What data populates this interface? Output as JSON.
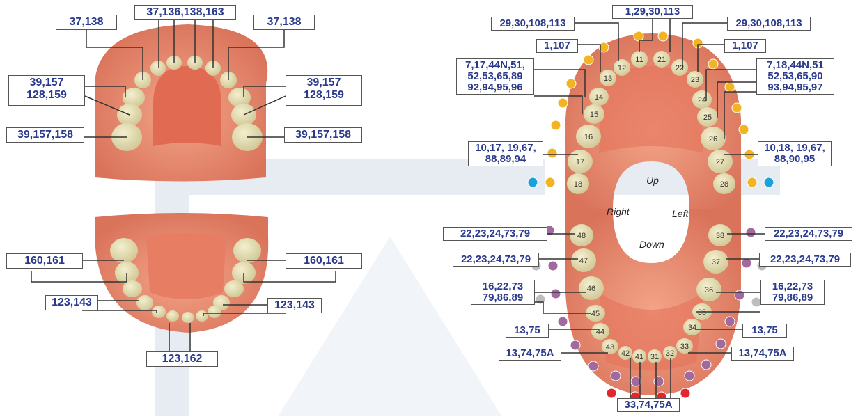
{
  "labels": {
    "ul_front_left": "37,138",
    "ul_front_center": "37,136,138,163",
    "ul_front_right": "37,138",
    "ul_mid_left": [
      "39,157",
      "128,159"
    ],
    "ul_mid_right": [
      "39,157",
      "128,159"
    ],
    "ul_molar_left": "39,157,158",
    "ul_molar_right": "39,157,158",
    "ll_160_left": "160,161",
    "ll_160_right": "160,161",
    "ll_123_left": "123,143",
    "ll_123_right": "123,143",
    "ll_bottom": "123,162",
    "ru_top_center": "1,29,30,113",
    "ru_top_left": "29,30,108,113",
    "ru_top_right": "29,30,108,113",
    "ru_1107_left": "1,107",
    "ru_1107_right": "1,107",
    "ru_big_left": [
      "7,17,44N,51,",
      "52,53,65,89",
      "92,94,95,96"
    ],
    "ru_big_right": [
      "7,18,44N,51",
      "52,53,65,90",
      "93,94,95,97"
    ],
    "ru_10_left": [
      "10,17, 19,67,",
      "88,89,94"
    ],
    "ru_10_right": [
      "10,18, 19,67,",
      "88,90,95"
    ],
    "rl_48": "22,23,24,73,79",
    "rl_38": "22,23,24,73,79",
    "rl_47": "22,23,24,73,79",
    "rl_37": "22,23,24,73,79",
    "rl_16_left": [
      "16,22,73",
      "79,86,89"
    ],
    "rl_16_right": [
      "16,22,73",
      "79,86,89"
    ],
    "rl_13_left": "13,75",
    "rl_13_right": "13,75",
    "rl_1374_left": "13,74,75A",
    "rl_1374_right": "13,74,75A",
    "rl_bottom": "33,74,75A"
  },
  "words": {
    "up": "Up",
    "right": "Right",
    "left": "Left",
    "down": "Down"
  },
  "tooth_numbers": {
    "upper": [
      "11",
      "21",
      "12",
      "22",
      "13",
      "23",
      "14",
      "24",
      "15",
      "25",
      "16",
      "26",
      "17",
      "27",
      "18",
      "28"
    ],
    "lower": [
      "48",
      "38",
      "47",
      "37",
      "46",
      "36",
      "45",
      "35",
      "44",
      "34",
      "43",
      "33",
      "42",
      "41",
      "31",
      "32"
    ]
  },
  "colors": {
    "label_text": "#2a3a8c",
    "gum": "#e98a6c",
    "tooth": "#e8e0b4",
    "dot_yellow": "#f2b422",
    "dot_purple": "#a06a9e",
    "dot_blue": "#1aa2dc",
    "dot_red": "#e0282e",
    "dot_gray": "#bdbdbd",
    "watermark": "#dfe6ef"
  }
}
